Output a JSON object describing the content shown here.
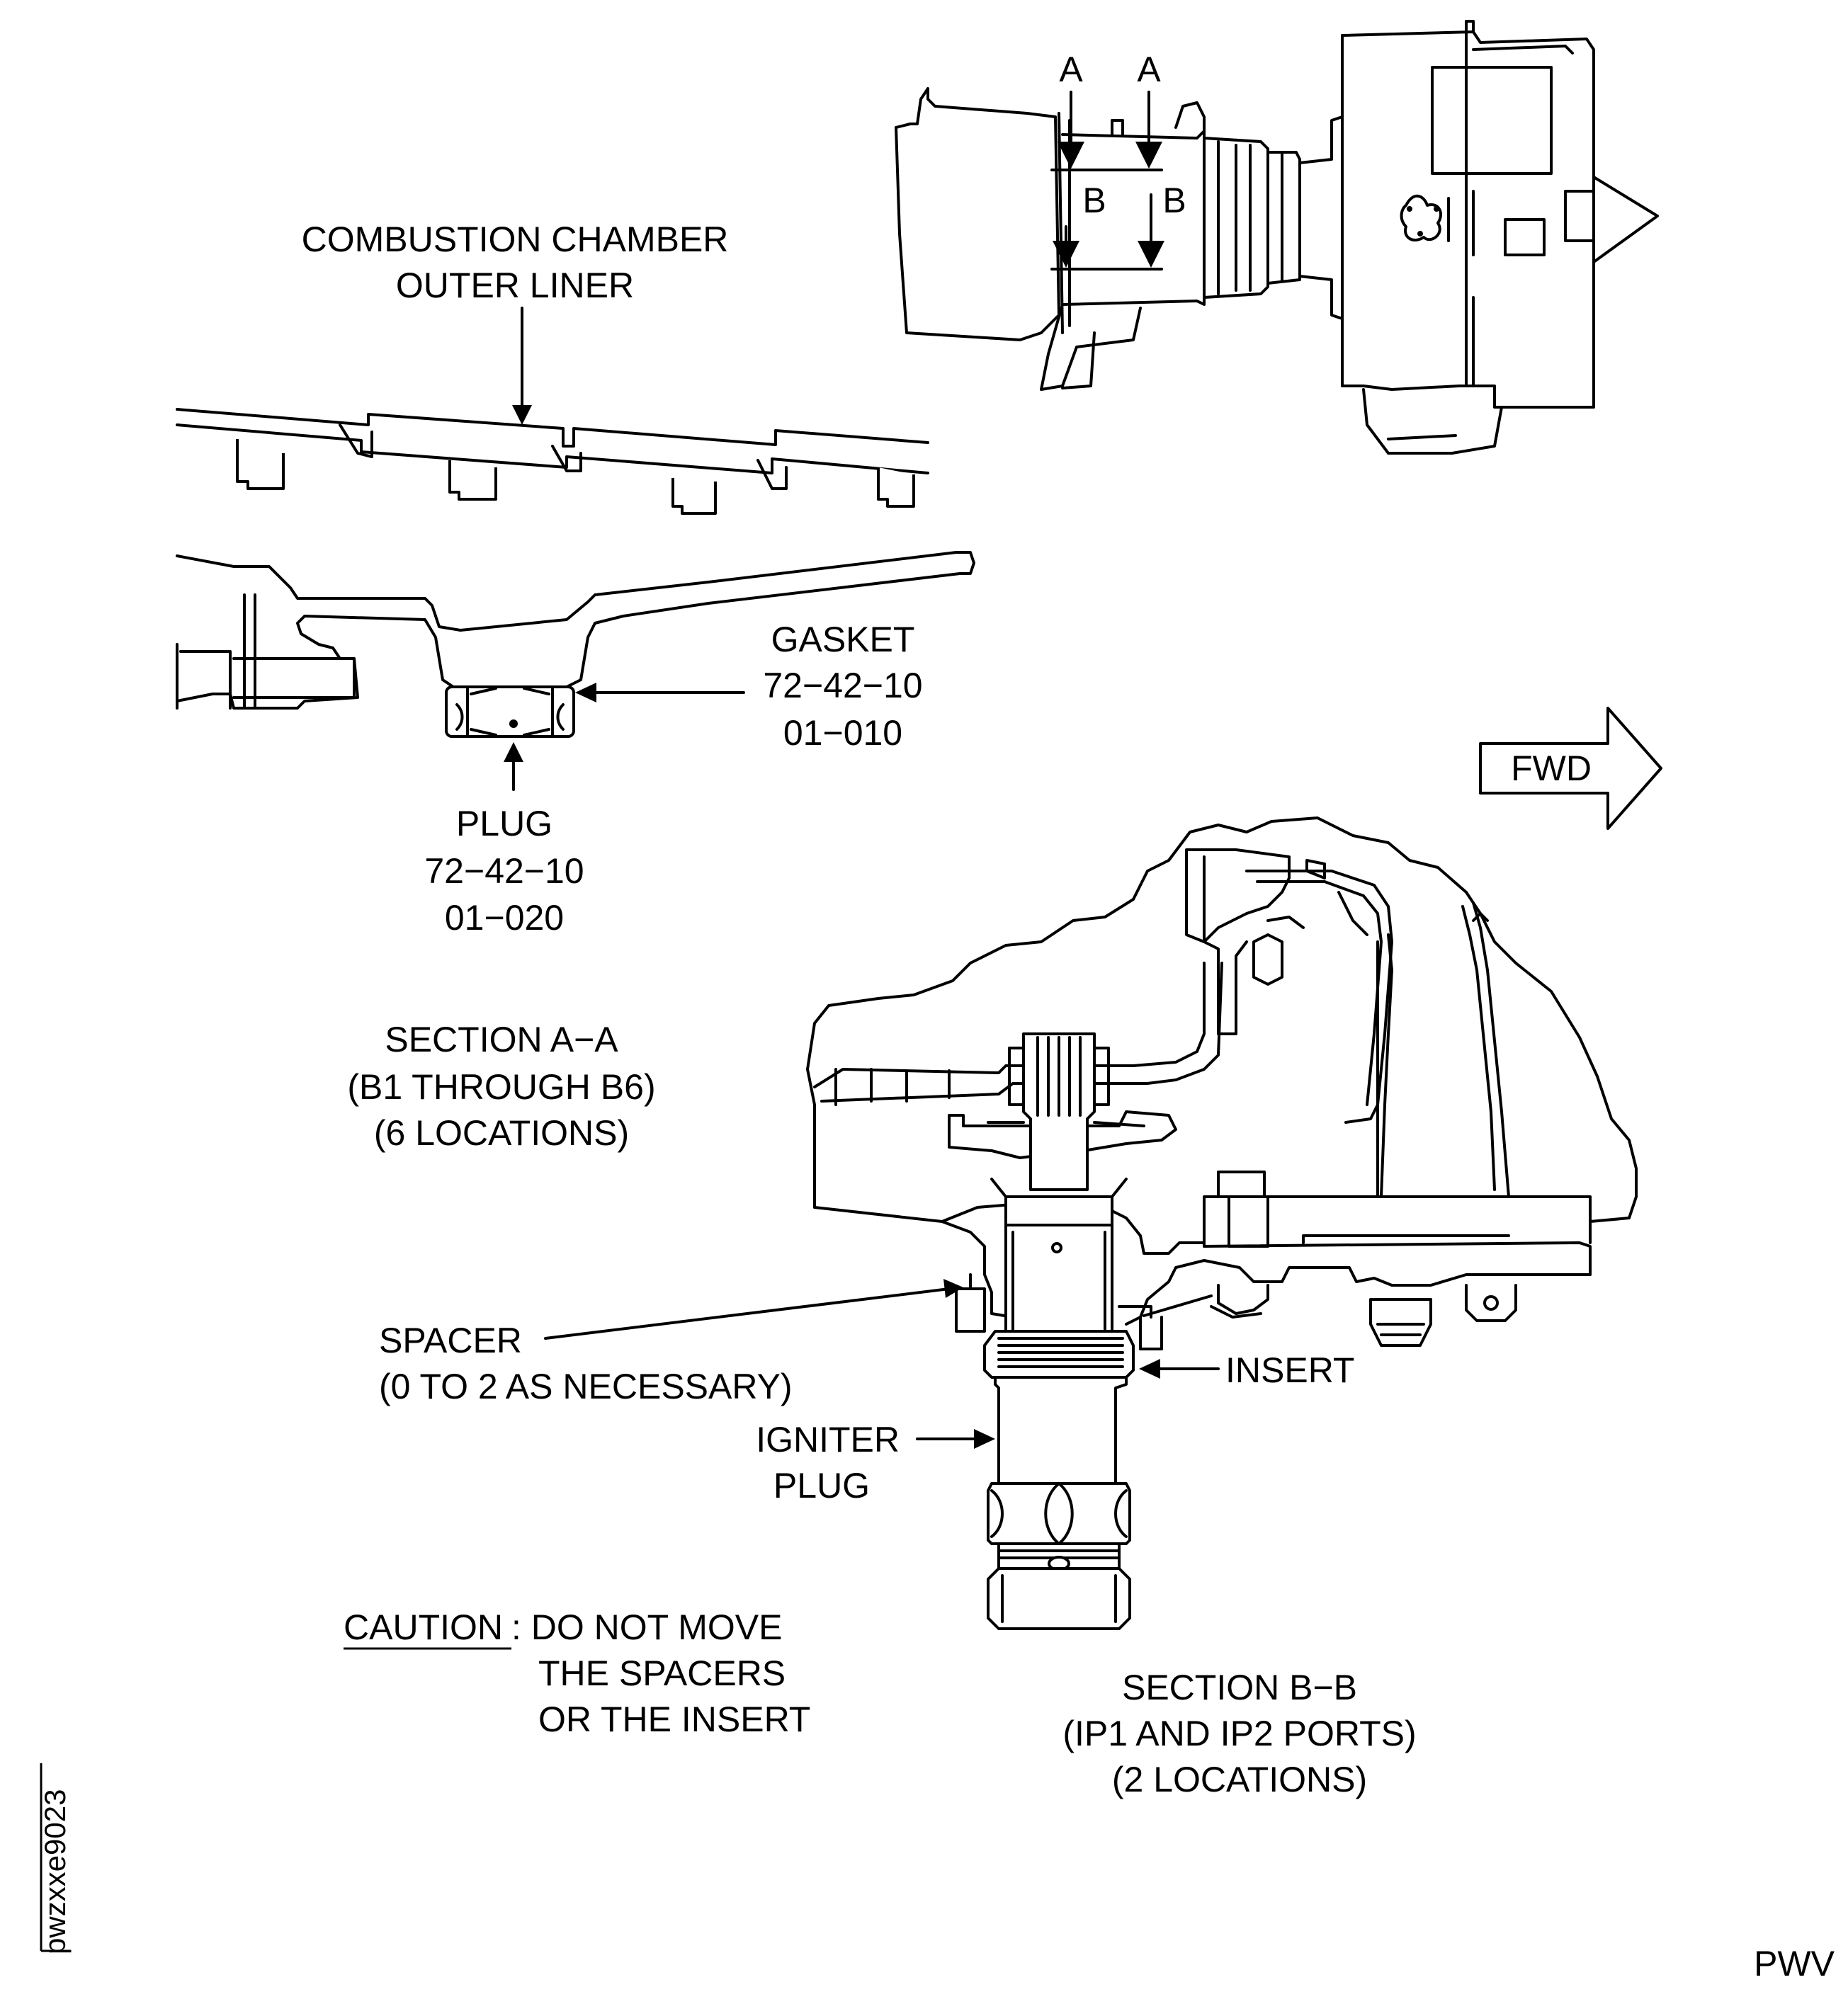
{
  "labels": {
    "combustion_chamber": [
      "COMBUSTION CHAMBER",
      "OUTER LINER"
    ],
    "gasket": [
      "GASKET",
      "72−42−10",
      "01−010"
    ],
    "plug": [
      "PLUG",
      "72−42−10",
      "01−020"
    ],
    "fwd": "FWD",
    "section_aa": [
      "SECTION A−A",
      "(B1 THROUGH B6)",
      "(6 LOCATIONS)"
    ],
    "spacer": [
      "SPACER",
      "(0 TO 2 AS NECESSARY)"
    ],
    "insert": "INSERT",
    "igniter_plug": [
      "IGNITER",
      "PLUG"
    ],
    "caution_heading": "CAUTION",
    "caution_text": [
      ": DO NOT MOVE",
      "THE SPACERS",
      "OR THE INSERT"
    ],
    "section_bb": [
      "SECTION B−B",
      "(IP1 AND IP2 PORTS)",
      "(2 LOCATIONS)"
    ],
    "view_a_left": "A",
    "view_a_right": "A",
    "view_b_left": "B",
    "view_b_right": "B",
    "figure_id": "pwzxxe9023",
    "footer_code": "PWV"
  }
}
